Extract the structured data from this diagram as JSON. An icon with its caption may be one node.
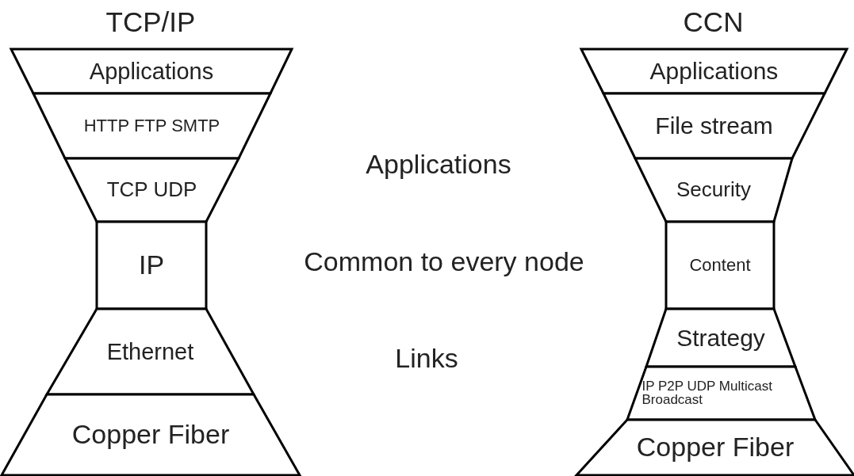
{
  "diagram": {
    "nodes": [
      {
        "text": [
          "TCP/IP"
        ]
      },
      {
        "text": [
          "Applications"
        ],
        "in": 0
      },
      {
        "text": [
          "HTTP FTP SMTP"
        ],
        "in": 0
      },
      {
        "text": [
          "TCP UDP"
        ],
        "in": 0
      },
      {
        "text": [
          "IP"
        ],
        "in": 0
      },
      {
        "text": [
          "Ethernet"
        ],
        "in": 0
      },
      {
        "text": [
          "Copper Fiber"
        ],
        "in": 0
      },
      {
        "text": [
          "CCN"
        ]
      },
      {
        "text": [
          "Applications"
        ],
        "in": 7
      },
      {
        "text": [
          "File stream"
        ],
        "in": 7
      },
      {
        "text": [
          "Security"
        ],
        "in": 7
      },
      {
        "text": [
          "Content"
        ],
        "in": 7
      },
      {
        "text": [
          "Strategy"
        ],
        "in": 7
      },
      {
        "text": [
          "IP P2P UDP Multicast Broadcast"
        ],
        "in": 7
      },
      {
        "text": [
          "Copper Fiber"
        ],
        "in": 7
      }
    ],
    "labels": [
      "Applications",
      "Common to every node",
      "Links"
    ]
  }
}
